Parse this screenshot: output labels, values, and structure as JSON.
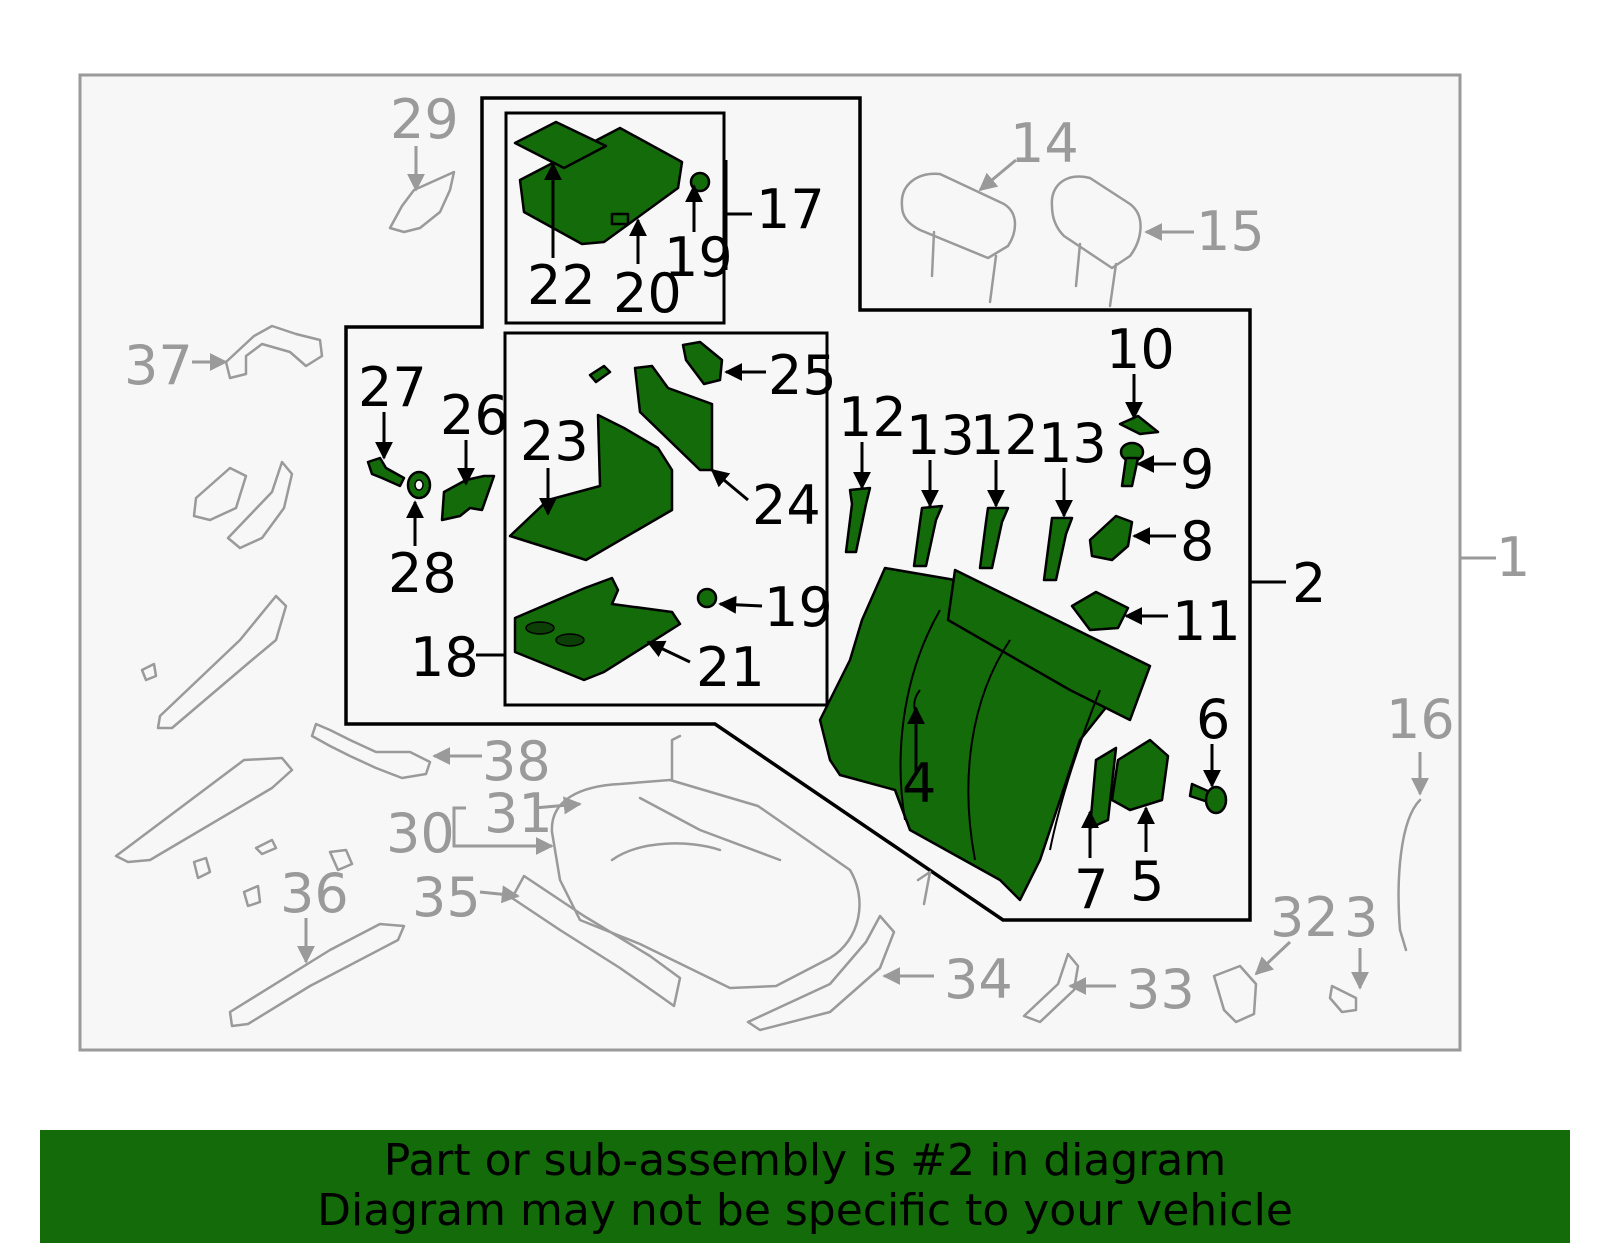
{
  "labels": {
    "1": "1",
    "2": "2",
    "3": "3",
    "4": "4",
    "5": "5",
    "6": "6",
    "7": "7",
    "8": "8",
    "9": "9",
    "10": "10",
    "11": "11",
    "12a": "12",
    "12b": "12",
    "13a": "13",
    "13b": "13",
    "14": "14",
    "15": "15",
    "16": "16",
    "17": "17",
    "18": "18",
    "19a": "19",
    "19b": "19",
    "20": "20",
    "21": "21",
    "22": "22",
    "23": "23",
    "24": "24",
    "25": "25",
    "26": "26",
    "27": "27",
    "28": "28",
    "29": "29",
    "30": "30",
    "31": "31",
    "32": "32",
    "33": "33",
    "34": "34",
    "35": "35",
    "36": "36",
    "37": "37",
    "38": "38"
  },
  "highlighted_parts": [
    "2",
    "4",
    "5",
    "6",
    "7",
    "8",
    "9",
    "10",
    "11",
    "12",
    "13",
    "17",
    "18",
    "19",
    "20",
    "21",
    "22",
    "23",
    "24",
    "25",
    "26",
    "27",
    "28"
  ],
  "colors": {
    "highlight": "#146b0a",
    "dimmed": "#9a9a9a",
    "frame": "#000000"
  },
  "banner": {
    "line1": "Part or sub-assembly is #2 in diagram",
    "line2": "Diagram may not be specific to your vehicle"
  }
}
